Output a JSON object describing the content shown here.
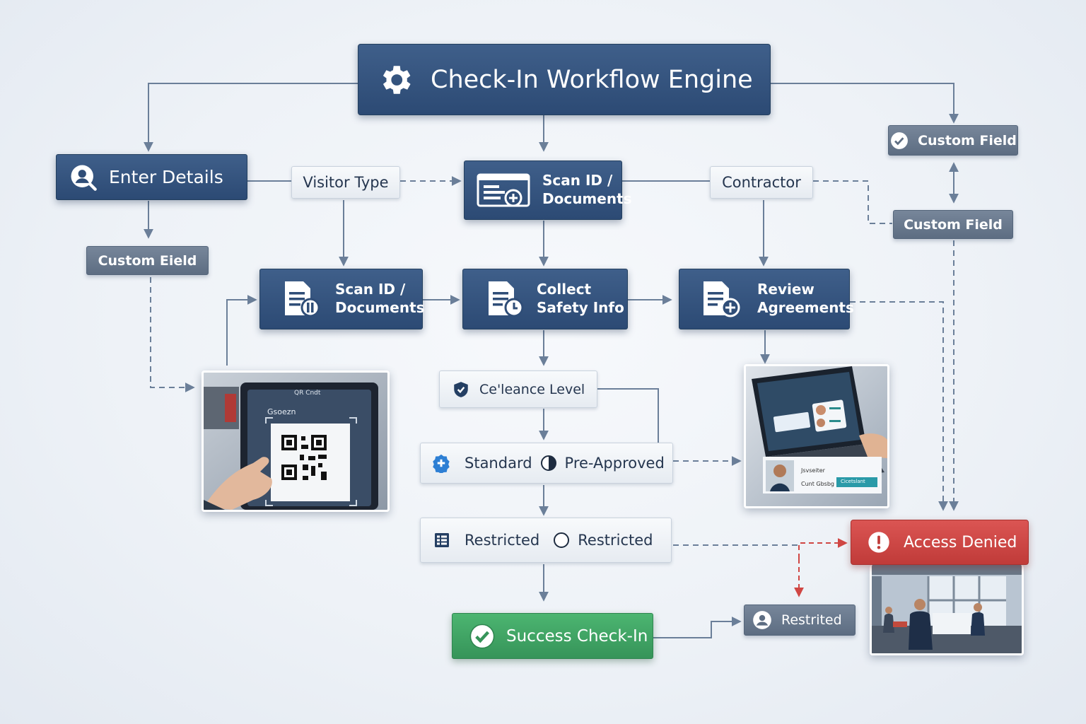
{
  "engine": {
    "title": "Check-In Workflow Engine",
    "icon": "gear-icon"
  },
  "nodes": {
    "enter_details": {
      "label": "Enter Details",
      "icon": "user-search-icon"
    },
    "visitor_type": {
      "label": "Visitor Type"
    },
    "scan_top": {
      "line1": "Scan ID /",
      "line2": "Documents",
      "icon": "id-card-icon"
    },
    "contractor": {
      "label": "Contractor"
    },
    "custom_field_right_top": {
      "label": "Custom Field",
      "icon": "check-circle-icon"
    },
    "custom_field_right_bottom": {
      "label": "Custom Field"
    },
    "custom_field_left": {
      "label": "Custom Eield"
    },
    "scan_mid": {
      "line1": "Scan ID /",
      "line2": "Documents",
      "icon": "document-icon"
    },
    "collect_safety": {
      "line1": "Collect",
      "line2": "Safety Info",
      "icon": "document-clock-icon"
    },
    "review_agreements": {
      "line1": "Review",
      "line2": "Agreements",
      "icon": "document-add-icon"
    },
    "clearance_level": {
      "label": "Ce'leance Level",
      "icon": "shield-icon"
    },
    "standard_row": {
      "option1": "Standard",
      "option2": "Pre-Approved",
      "icon": "plus-badge-icon"
    },
    "restricted_row": {
      "option1": "Restricted",
      "option2": "Restricted",
      "icon": "grid-list-icon"
    },
    "success": {
      "label": "Success Check-In",
      "icon": "check-circle-icon"
    },
    "restricted_small": {
      "label": "Restrited",
      "icon": "user-icon"
    },
    "access_denied": {
      "label": "Access Denied",
      "icon": "alert-icon"
    }
  },
  "photos": {
    "qr_tablet": {
      "screen_title": "QR Cndt",
      "screen_text": "Gsoezn"
    },
    "laptop_badge": {
      "card_line1": "Jsvseiter",
      "card_line2": "Cunt Gbsbg",
      "card_button": "Cicetslant"
    }
  },
  "colors": {
    "dark_node": "#2f4d77",
    "success": "#3fa463",
    "denied": "#cf4542",
    "connector": "#6b7f99",
    "denied_connector": "#d04643"
  }
}
